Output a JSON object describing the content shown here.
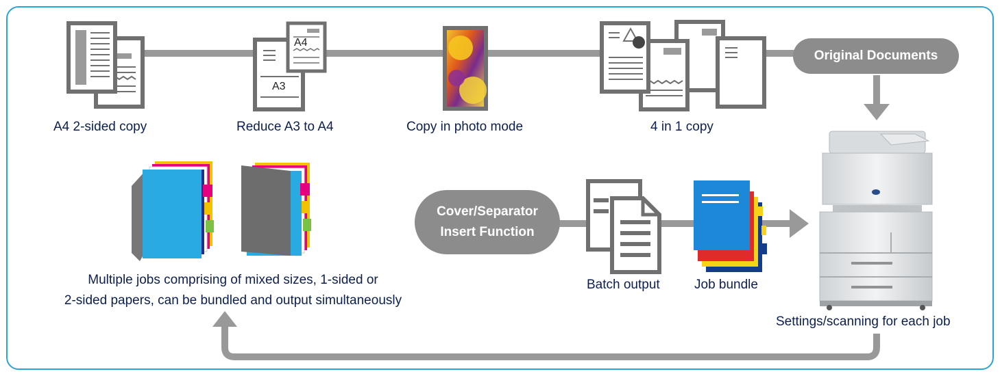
{
  "colors": {
    "frame": "#2aa3d6",
    "text": "#0b1e4f",
    "connector": "#999999",
    "pill": "#8c8c8c",
    "doc_border": "#707070",
    "bundle_blue": "#1e88d8"
  },
  "top_row": {
    "steps": [
      {
        "label": "A4 2-sided copy",
        "icon": "two-sided-copy-icon"
      },
      {
        "label": "Reduce A3 to A4",
        "icon": "reduce-a3-to-a4-icon",
        "doc_text_top": "A4",
        "doc_text_bottom": "A3"
      },
      {
        "label": "Copy in photo mode",
        "icon": "photo-icon"
      },
      {
        "label": "4 in 1 copy",
        "icon": "four-in-one-icon"
      }
    ],
    "source_pill": "Original Documents"
  },
  "machine": {
    "label": "Settings/scanning for each job",
    "icon": "copier-icon"
  },
  "insert_pill": {
    "line1": "Cover/Separator",
    "line2": "Insert Function"
  },
  "batch": {
    "label": "Batch output",
    "icon": "batch-output-icon"
  },
  "bundle": {
    "label": "Job bundle",
    "icon": "job-bundle-icon"
  },
  "multi_jobs": {
    "line1": "Multiple jobs comprising of mixed sizes, 1-sided or",
    "line2": "2-sided papers, can be bundled and output simultaneously"
  }
}
